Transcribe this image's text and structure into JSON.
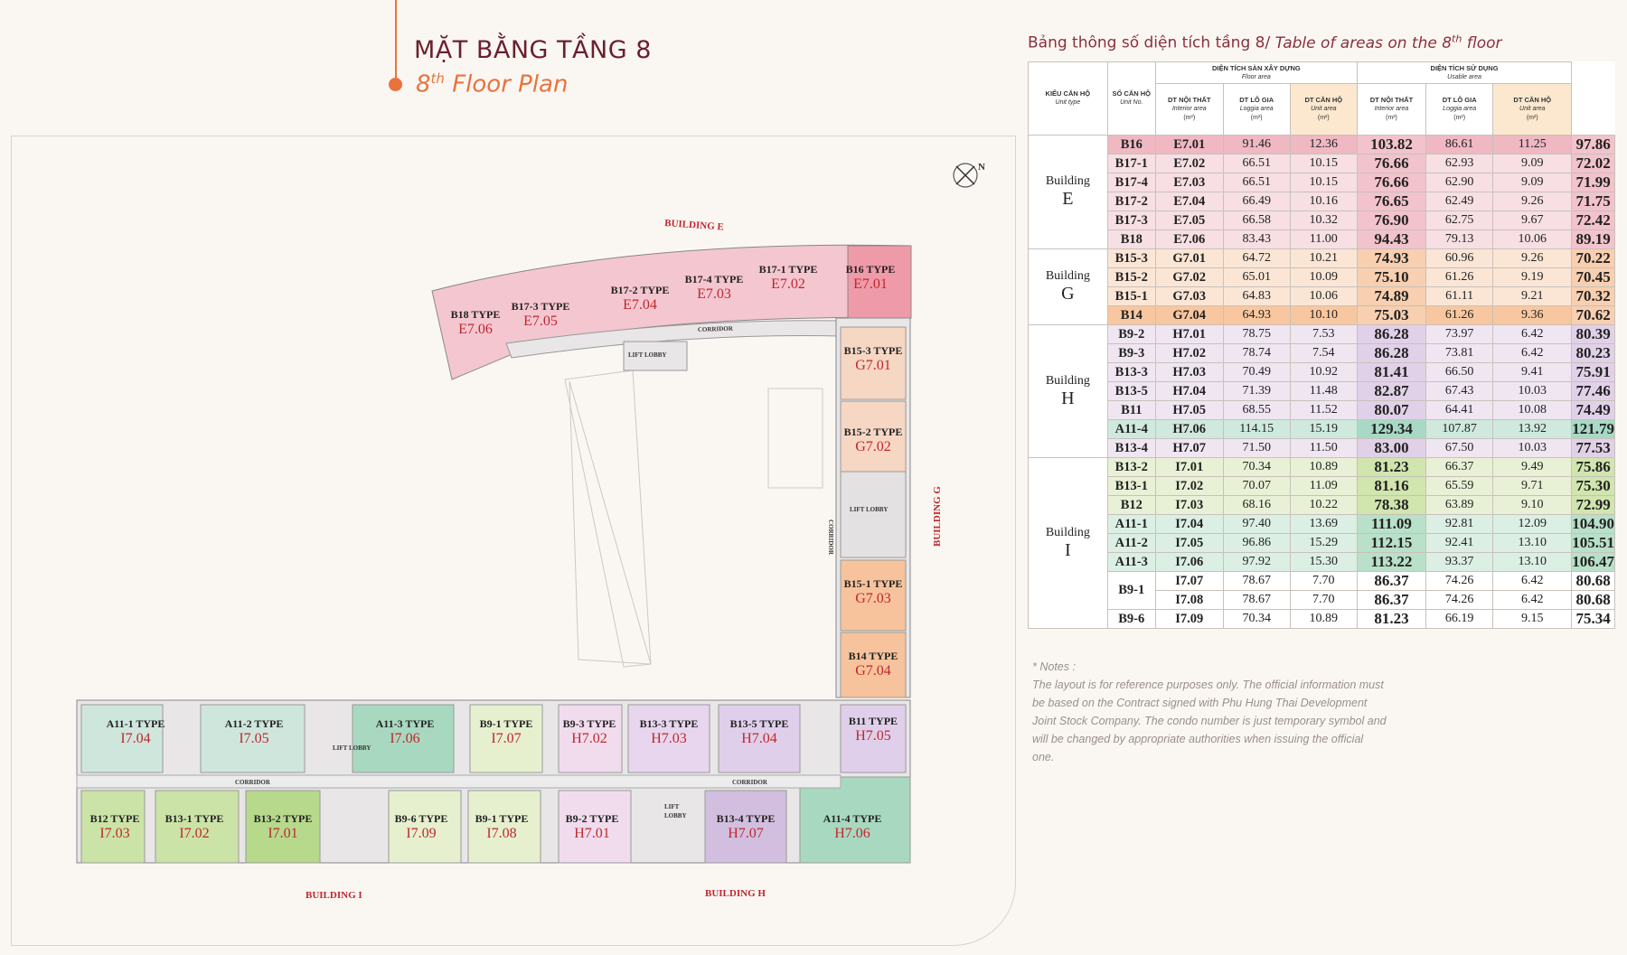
{
  "header": {
    "title_vn": "MẶT BẰNG TẦNG 8",
    "title_en_pre": "8",
    "title_en_sup": "th",
    "title_en_post": " Floor Plan"
  },
  "table_title": {
    "vn": "Bảng thông số diện tích tầng 8/ ",
    "en_pre": "Table of areas on the 8",
    "en_sup": "th",
    "en_post": " floor"
  },
  "table_headers": {
    "unit_type_vn": "KIỂU CĂN HỘ",
    "unit_type_en": "Unit type",
    "unit_no_vn": "SỐ CĂN HỘ",
    "unit_no_en": "Unit No.",
    "floor_area_vn": "DIỆN TÍCH SÀN XÂY DỰNG",
    "floor_area_en": "Floor area",
    "usable_area_vn": "DIỆN TÍCH SỬ DỤNG",
    "usable_area_en": "Usable area",
    "interior_vn": "DT NỘI THẤT",
    "interior_en": "Interior area",
    "loggia_vn": "DT LÔ GIA",
    "loggia_en": "Loggia area",
    "unitarea_vn": "DT CĂN HỘ",
    "unitarea_en": "Unit area",
    "unit_m2": "(m²)"
  },
  "buildings": [
    {
      "label": "Building",
      "letter": "E"
    },
    {
      "label": "Building",
      "letter": "G"
    },
    {
      "label": "Building",
      "letter": "H"
    },
    {
      "label": "Building",
      "letter": "I"
    }
  ],
  "rows": [
    {
      "type": "B16",
      "no": "E7.01",
      "fi": "91.46",
      "fl": "12.36",
      "fu": "103.82",
      "ui": "86.61",
      "ul": "11.25",
      "uu": "97.86"
    },
    {
      "type": "B17-1",
      "no": "E7.02",
      "fi": "66.51",
      "fl": "10.15",
      "fu": "76.66",
      "ui": "62.93",
      "ul": "9.09",
      "uu": "72.02"
    },
    {
      "type": "B17-4",
      "no": "E7.03",
      "fi": "66.51",
      "fl": "10.15",
      "fu": "76.66",
      "ui": "62.90",
      "ul": "9.09",
      "uu": "71.99"
    },
    {
      "type": "B17-2",
      "no": "E7.04",
      "fi": "66.49",
      "fl": "10.16",
      "fu": "76.65",
      "ui": "62.49",
      "ul": "9.26",
      "uu": "71.75"
    },
    {
      "type": "B17-3",
      "no": "E7.05",
      "fi": "66.58",
      "fl": "10.32",
      "fu": "76.90",
      "ui": "62.75",
      "ul": "9.67",
      "uu": "72.42"
    },
    {
      "type": "B18",
      "no": "E7.06",
      "fi": "83.43",
      "fl": "11.00",
      "fu": "94.43",
      "ui": "79.13",
      "ul": "10.06",
      "uu": "89.19"
    },
    {
      "type": "B15-3",
      "no": "G7.01",
      "fi": "64.72",
      "fl": "10.21",
      "fu": "74.93",
      "ui": "60.96",
      "ul": "9.26",
      "uu": "70.22"
    },
    {
      "type": "B15-2",
      "no": "G7.02",
      "fi": "65.01",
      "fl": "10.09",
      "fu": "75.10",
      "ui": "61.26",
      "ul": "9.19",
      "uu": "70.45"
    },
    {
      "type": "B15-1",
      "no": "G7.03",
      "fi": "64.83",
      "fl": "10.06",
      "fu": "74.89",
      "ui": "61.11",
      "ul": "9.21",
      "uu": "70.32"
    },
    {
      "type": "B14",
      "no": "G7.04",
      "fi": "64.93",
      "fl": "10.10",
      "fu": "75.03",
      "ui": "61.26",
      "ul": "9.36",
      "uu": "70.62"
    },
    {
      "type": "B9-2",
      "no": "H7.01",
      "fi": "78.75",
      "fl": "7.53",
      "fu": "86.28",
      "ui": "73.97",
      "ul": "6.42",
      "uu": "80.39"
    },
    {
      "type": "B9-3",
      "no": "H7.02",
      "fi": "78.74",
      "fl": "7.54",
      "fu": "86.28",
      "ui": "73.81",
      "ul": "6.42",
      "uu": "80.23"
    },
    {
      "type": "B13-3",
      "no": "H7.03",
      "fi": "70.49",
      "fl": "10.92",
      "fu": "81.41",
      "ui": "66.50",
      "ul": "9.41",
      "uu": "75.91"
    },
    {
      "type": "B13-5",
      "no": "H7.04",
      "fi": "71.39",
      "fl": "11.48",
      "fu": "82.87",
      "ui": "67.43",
      "ul": "10.03",
      "uu": "77.46"
    },
    {
      "type": "B11",
      "no": "H7.05",
      "fi": "68.55",
      "fl": "11.52",
      "fu": "80.07",
      "ui": "64.41",
      "ul": "10.08",
      "uu": "74.49"
    },
    {
      "type": "A11-4",
      "no": "H7.06",
      "fi": "114.15",
      "fl": "15.19",
      "fu": "129.34",
      "ui": "107.87",
      "ul": "13.92",
      "uu": "121.79"
    },
    {
      "type": "B13-4",
      "no": "H7.07",
      "fi": "71.50",
      "fl": "11.50",
      "fu": "83.00",
      "ui": "67.50",
      "ul": "10.03",
      "uu": "77.53"
    },
    {
      "type": "B13-2",
      "no": "I7.01",
      "fi": "70.34",
      "fl": "10.89",
      "fu": "81.23",
      "ui": "66.37",
      "ul": "9.49",
      "uu": "75.86"
    },
    {
      "type": "B13-1",
      "no": "I7.02",
      "fi": "70.07",
      "fl": "11.09",
      "fu": "81.16",
      "ui": "65.59",
      "ul": "9.71",
      "uu": "75.30"
    },
    {
      "type": "B12",
      "no": "I7.03",
      "fi": "68.16",
      "fl": "10.22",
      "fu": "78.38",
      "ui": "63.89",
      "ul": "9.10",
      "uu": "72.99"
    },
    {
      "type": "A11-1",
      "no": "I7.04",
      "fi": "97.40",
      "fl": "13.69",
      "fu": "111.09",
      "ui": "92.81",
      "ul": "12.09",
      "uu": "104.90"
    },
    {
      "type": "A11-2",
      "no": "I7.05",
      "fi": "96.86",
      "fl": "15.29",
      "fu": "112.15",
      "ui": "92.41",
      "ul": "13.10",
      "uu": "105.51"
    },
    {
      "type": "A11-3",
      "no": "I7.06",
      "fi": "97.92",
      "fl": "15.30",
      "fu": "113.22",
      "ui": "93.37",
      "ul": "13.10",
      "uu": "106.47"
    },
    {
      "type": "B9-1",
      "no": "I7.07",
      "fi": "78.67",
      "fl": "7.70",
      "fu": "86.37",
      "ui": "74.26",
      "ul": "6.42",
      "uu": "80.68"
    },
    {
      "type": "",
      "no": "I7.08",
      "fi": "78.67",
      "fl": "7.70",
      "fu": "86.37",
      "ui": "74.26",
      "ul": "6.42",
      "uu": "80.68"
    },
    {
      "type": "B9-6",
      "no": "I7.09",
      "fi": "70.34",
      "fl": "10.89",
      "fu": "81.23",
      "ui": "66.19",
      "ul": "9.15",
      "uu": "75.34"
    }
  ],
  "notes": {
    "heading": "* Notes :",
    "body": "The layout is for reference purposes only. The official information must be based on the Contract signed with Phu Hung Thai Development Joint Stock Company. The condo number is just temporary symbol and will be changed by appropriate authorities when issuing the official one."
  },
  "plan_labels": {
    "building_e": "BUILDING E",
    "building_g": "BUILDING G",
    "building_h": "BUILDING H",
    "building_i": "BUILDING I",
    "corridor": "CORRIDOR",
    "lift_lobby": "LIFT LOBBY",
    "lift": "LIFT",
    "lobby": "LOBBY",
    "north": "N"
  },
  "plan_units": [
    {
      "type": "B18 TYPE",
      "no": "E7.06"
    },
    {
      "type": "B17-3 TYPE",
      "no": "E7.05"
    },
    {
      "type": "B17-2 TYPE",
      "no": "E7.04"
    },
    {
      "type": "B17-4 TYPE",
      "no": "E7.03"
    },
    {
      "type": "B17-1 TYPE",
      "no": "E7.02"
    },
    {
      "type": "B16 TYPE",
      "no": "E7.01"
    },
    {
      "type": "B15-3 TYPE",
      "no": "G7.01"
    },
    {
      "type": "B15-2 TYPE",
      "no": "G7.02"
    },
    {
      "type": "B15-1 TYPE",
      "no": "G7.03"
    },
    {
      "type": "B14 TYPE",
      "no": "G7.04"
    },
    {
      "type": "B11 TYPE",
      "no": "H7.05"
    },
    {
      "type": "A11-1 TYPE",
      "no": "I7.04"
    },
    {
      "type": "A11-2 TYPE",
      "no": "I7.05"
    },
    {
      "type": "A11-3 TYPE",
      "no": "I7.06"
    },
    {
      "type": "B9-1 TYPE",
      "no": "I7.07"
    },
    {
      "type": "B9-3 TYPE",
      "no": "H7.02"
    },
    {
      "type": "B13-3 TYPE",
      "no": "H7.03"
    },
    {
      "type": "B13-5 TYPE",
      "no": "H7.04"
    },
    {
      "type": "B12 TYPE",
      "no": "I7.03"
    },
    {
      "type": "B13-1 TYPE",
      "no": "I7.02"
    },
    {
      "type": "B13-2 TYPE",
      "no": "I7.01"
    },
    {
      "type": "B9-6 TYPE",
      "no": "I7.09"
    },
    {
      "type": "B9-1 TYPE",
      "no": "I7.08"
    },
    {
      "type": "B9-2 TYPE",
      "no": "H7.01"
    },
    {
      "type": "B13-4 TYPE",
      "no": "H7.07"
    },
    {
      "type": "A11-4 TYPE",
      "no": "H7.06"
    }
  ]
}
